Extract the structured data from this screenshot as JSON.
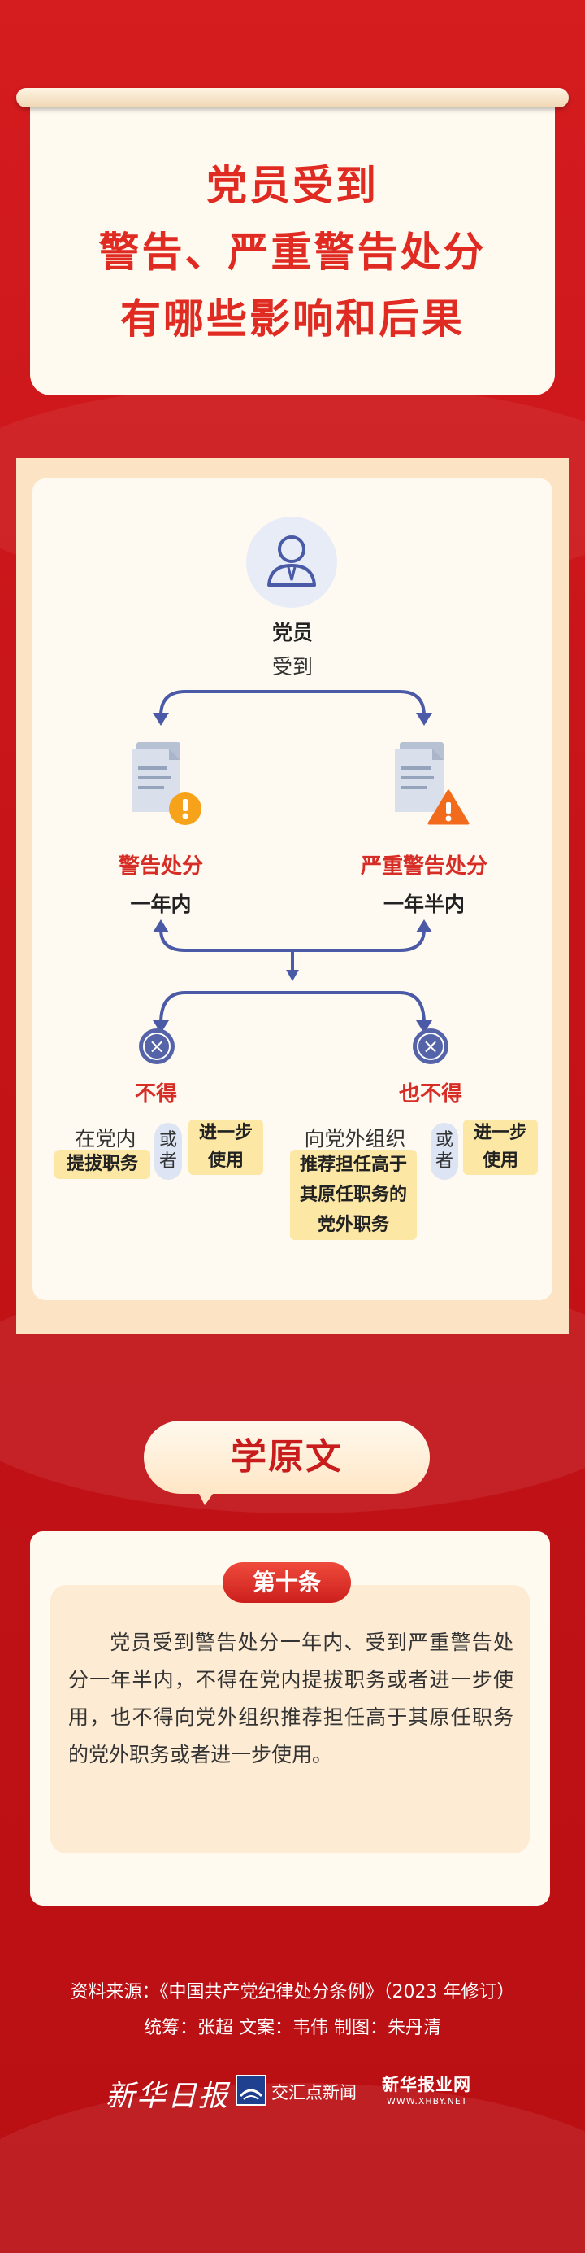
{
  "header": {
    "title_line1": "党员受到",
    "title_line2": "警告、严重警告处分",
    "title_line3": "有哪些影响和后果"
  },
  "diagram": {
    "subject_bold": "党员",
    "subject_sub": "受到",
    "left_penalty": "警告处分",
    "left_period": "一年内",
    "right_penalty": "严重警告处分",
    "right_period": "一年半内",
    "left_verdict": "不得",
    "right_verdict": "也不得",
    "left_scope": "在党内",
    "left_tag1": "提拔职务",
    "left_or": "或者",
    "left_tag2_line1": "进一步",
    "left_tag2_line2": "使用",
    "right_scope": "向党外组织",
    "right_tag1_line1": "推荐担任高于",
    "right_tag1_line2": "其原任职务的",
    "right_tag1_line3": "党外职务",
    "right_or": "或者",
    "right_tag2_line1": "进一步",
    "right_tag2_line2": "使用"
  },
  "study": {
    "heading": "学原文",
    "article": "第十条",
    "body": "党员受到警告处分一年内、受到严重警告处分一年半内，不得在党内提拔职务或者进一步使用，也不得向党外组织推荐担任高于其原任职务的党外职务或者进一步使用。"
  },
  "footer": {
    "source": "资料来源：《中国共产党纪律处分条例》（2023 年修订）",
    "credits": "统筹：张超   文案：韦伟   制图：朱丹清",
    "logo1": "新华日报",
    "logo2": "交汇点新闻",
    "logo3_main": "新华报业网",
    "logo3_sub": "WWW.XHBY.NET"
  },
  "colors": {
    "background": "#c51418",
    "title_red": "#e02b22",
    "arrow_blue": "#4a5aa6",
    "tag_yellow": "#fce7a4"
  },
  "icons": [
    "person-icon",
    "warning-document-icon",
    "x-circle-icon",
    "arrow-icon"
  ]
}
